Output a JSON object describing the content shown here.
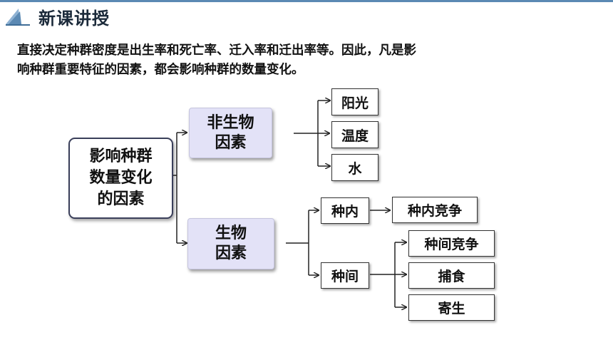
{
  "header": {
    "title": "新课讲授",
    "icon": "book-icon",
    "accent": "#5b89b3"
  },
  "intro": {
    "line1": "直接决定种群密度是出生率和死亡率、迁入率和迁出率等。因此，凡是影",
    "line2": "响种群重要特征的因素，都会影响种群的数量变化。"
  },
  "diagram": {
    "root": {
      "line1": "影响种群",
      "line2": "数量变化",
      "line3": "的因素"
    },
    "abiotic": {
      "line1": "非生物",
      "line2": "因素",
      "items": [
        "阳光",
        "温度",
        "水"
      ]
    },
    "biotic": {
      "line1": "生物",
      "line2": "因素",
      "intra": {
        "label": "种内",
        "item": "种内竞争"
      },
      "inter": {
        "label": "种间",
        "items": [
          "种间竞争",
          "捕食",
          "寄生"
        ]
      }
    },
    "colors": {
      "factor_fill": "#e3e2f7",
      "line": "#222222"
    }
  }
}
